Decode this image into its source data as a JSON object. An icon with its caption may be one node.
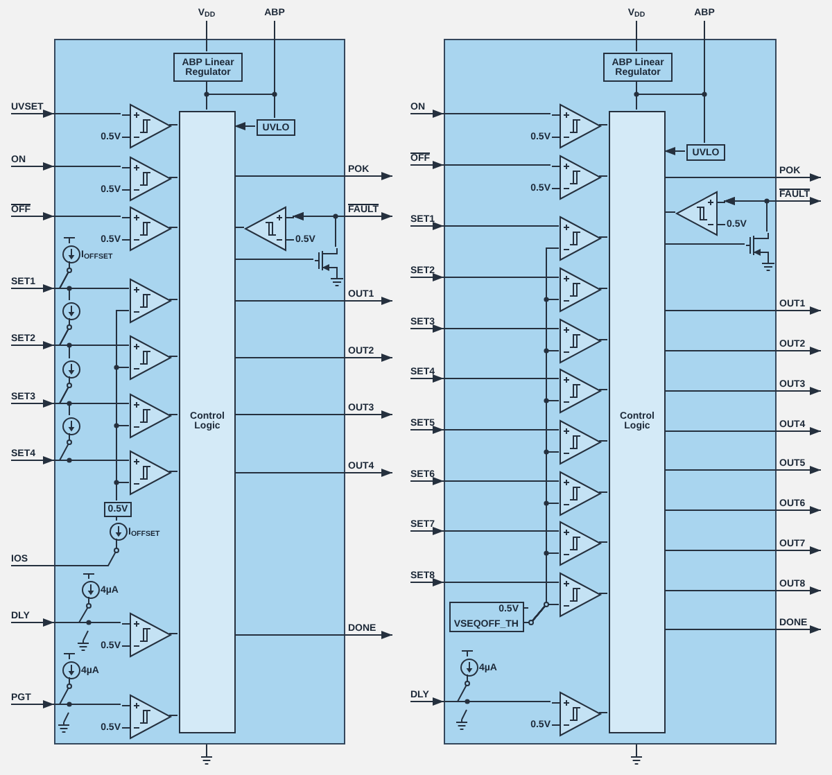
{
  "diagram": {
    "nodes": [
      {
        "text": [],
        "shape": "box"
      },
      {
        "text": [
          "ABP Linear Regulator"
        ],
        "in": 0
      },
      {
        "text": [
          "UVLO"
        ],
        "in": 0
      },
      {
        "text": [
          "Control Logic"
        ],
        "in": 0
      },
      {
        "text": [],
        "shape": "triangle",
        "in": 0,
        "beside": [
          "0.5V"
        ]
      },
      {
        "text": [],
        "shape": "triangle",
        "in": 0,
        "beside": [
          "0.5V"
        ]
      },
      {
        "text": [],
        "shape": "triangle",
        "in": 0,
        "beside": [
          "0.5V"
        ]
      },
      {
        "text": [],
        "shape": "triangle",
        "in": 0
      },
      {
        "text": [],
        "shape": "triangle",
        "in": 0
      },
      {
        "text": [],
        "shape": "triangle",
        "in": 0
      },
      {
        "text": [],
        "shape": "triangle",
        "in": 0
      },
      {
        "text": [],
        "shape": "triangle",
        "in": 0,
        "beside": [
          "0.5V"
        ]
      },
      {
        "text": [],
        "shape": "triangle",
        "in": 0,
        "beside": [
          "0.5V"
        ]
      },
      {
        "text": [],
        "shape": "triangle",
        "in": 0,
        "beside": [
          "0.5V"
        ]
      },
      {
        "text": [],
        "shape": "transistor",
        "in": 0
      },
      {
        "text": [
          "0.5V"
        ],
        "in": 0
      },
      {
        "text": [],
        "shape": "circle",
        "in": 0,
        "beside": [
          "I$_{OFFSET}$"
        ]
      },
      {
        "text": [],
        "shape": "circle",
        "in": 0
      },
      {
        "text": [],
        "shape": "circle",
        "in": 0
      },
      {
        "text": [],
        "shape": "circle",
        "in": 0
      },
      {
        "text": [],
        "shape": "circle",
        "in": 0,
        "beside": [
          "I$_{OFFSET}$"
        ]
      },
      {
        "text": [],
        "shape": "circle",
        "in": 0,
        "beside": [
          "4µA"
        ]
      },
      {
        "text": [],
        "shape": "circle",
        "in": 0,
        "beside": [
          "4µA"
        ]
      },
      {
        "text": [],
        "shape": "box"
      },
      {
        "text": [
          "ABP Linear Regulator"
        ],
        "in": 23
      },
      {
        "text": [
          "UVLO"
        ],
        "in": 23
      },
      {
        "text": [
          "Control Logic"
        ],
        "in": 23
      },
      {
        "text": [],
        "shape": "triangle",
        "in": 23,
        "beside": [
          "0.5V"
        ]
      },
      {
        "text": [],
        "shape": "triangle",
        "in": 23,
        "beside": [
          "0.5V"
        ]
      },
      {
        "text": [],
        "shape": "triangle",
        "in": 23
      },
      {
        "text": [],
        "shape": "triangle",
        "in": 23
      },
      {
        "text": [],
        "shape": "triangle",
        "in": 23
      },
      {
        "text": [],
        "shape": "triangle",
        "in": 23
      },
      {
        "text": [],
        "shape": "triangle",
        "in": 23
      },
      {
        "text": [],
        "shape": "triangle",
        "in": 23
      },
      {
        "text": [],
        "shape": "triangle",
        "in": 23
      },
      {
        "text": [],
        "shape": "triangle",
        "in": 23
      },
      {
        "text": [],
        "shape": "triangle",
        "in": 23,
        "beside": [
          "0.5V"
        ]
      },
      {
        "text": [],
        "shape": "triangle",
        "in": 23,
        "beside": [
          "0.5V"
        ]
      },
      {
        "text": [],
        "shape": "transistor",
        "in": 23
      },
      {
        "text": [
          "0.5V",
          "VSEQOFF_TH"
        ],
        "in": 23
      },
      {
        "text": [],
        "shape": "circle",
        "in": 23,
        "beside": [
          "4µA"
        ]
      }
    ],
    "edges": [
      {
        "from": null,
        "to": 1,
        "arrow": "none",
        "label": "V$_{DD}$"
      },
      {
        "from": 1,
        "to": 3,
        "arrow": "none"
      },
      {
        "from": null,
        "to": 2,
        "arrow": "none",
        "label": "ABP"
      },
      {
        "from": 2,
        "to": 3,
        "arrow": "to"
      },
      {
        "from": null,
        "to": 0,
        "arrow": "to",
        "label": "UVSET"
      },
      {
        "from": null,
        "to": 0,
        "arrow": "to",
        "label": "ON"
      },
      {
        "from": null,
        "to": 0,
        "arrow": "to",
        "label": "OFF"
      },
      {
        "from": null,
        "to": 0,
        "arrow": "to",
        "label": "SET1"
      },
      {
        "from": null,
        "to": 0,
        "arrow": "to",
        "label": "SET2"
      },
      {
        "from": null,
        "to": 0,
        "arrow": "to",
        "label": "SET3"
      },
      {
        "from": null,
        "to": 0,
        "arrow": "to",
        "label": "SET4"
      },
      {
        "from": null,
        "to": 20,
        "arrow": "none",
        "label": "IOS"
      },
      {
        "from": null,
        "to": 0,
        "arrow": "to",
        "label": "DLY"
      },
      {
        "from": null,
        "to": 0,
        "arrow": "to",
        "label": "PGT"
      },
      {
        "from": 0,
        "to": 4,
        "arrow": "none"
      },
      {
        "from": 0,
        "to": 5,
        "arrow": "none"
      },
      {
        "from": 0,
        "to": 6,
        "arrow": "none"
      },
      {
        "from": 0,
        "to": 7,
        "arrow": "none"
      },
      {
        "from": 0,
        "to": 8,
        "arrow": "none"
      },
      {
        "from": 0,
        "to": 9,
        "arrow": "none"
      },
      {
        "from": 0,
        "to": 10,
        "arrow": "none"
      },
      {
        "from": 0,
        "to": 11,
        "arrow": "none"
      },
      {
        "from": 0,
        "to": 12,
        "arrow": "none"
      },
      {
        "from": 4,
        "to": 3,
        "arrow": "none"
      },
      {
        "from": 5,
        "to": 3,
        "arrow": "none"
      },
      {
        "from": 6,
        "to": 3,
        "arrow": "none"
      },
      {
        "from": 7,
        "to": 3,
        "arrow": "none"
      },
      {
        "from": 8,
        "to": 3,
        "arrow": "none"
      },
      {
        "from": 9,
        "to": 3,
        "arrow": "none"
      },
      {
        "from": 10,
        "to": 3,
        "arrow": "none"
      },
      {
        "from": 11,
        "to": 3,
        "arrow": "none"
      },
      {
        "from": 12,
        "to": 3,
        "arrow": "none"
      },
      {
        "from": 15,
        "to": 7,
        "arrow": "none"
      },
      {
        "from": 15,
        "to": 8,
        "arrow": "none"
      },
      {
        "from": 15,
        "to": 9,
        "arrow": "none"
      },
      {
        "from": 15,
        "to": 10,
        "arrow": "none"
      },
      {
        "from": 13,
        "to": 3,
        "arrow": "none"
      },
      {
        "from": 3,
        "to": 14,
        "arrow": "none"
      },
      {
        "from": 14,
        "to": 13,
        "arrow": "to"
      },
      {
        "from": null,
        "to": 13,
        "arrow": "both",
        "label": "FAULT"
      },
      {
        "from": 3,
        "to": null,
        "arrow": "to",
        "label": "POK"
      },
      {
        "from": 3,
        "to": null,
        "arrow": "to",
        "label": "OUT1"
      },
      {
        "from": 3,
        "to": null,
        "arrow": "to",
        "label": "OUT2"
      },
      {
        "from": 3,
        "to": null,
        "arrow": "to",
        "label": "OUT3"
      },
      {
        "from": 3,
        "to": null,
        "arrow": "to",
        "label": "OUT4"
      },
      {
        "from": 3,
        "to": null,
        "arrow": "to",
        "label": "DONE"
      },
      {
        "from": 16,
        "to": 7,
        "arrow": "none"
      },
      {
        "from": 16,
        "to": 17,
        "arrow": "none"
      },
      {
        "from": 17,
        "to": 8,
        "arrow": "none"
      },
      {
        "from": 17,
        "to": 18,
        "arrow": "none"
      },
      {
        "from": 18,
        "to": 9,
        "arrow": "none"
      },
      {
        "from": 18,
        "to": 19,
        "arrow": "none"
      },
      {
        "from": 19,
        "to": 10,
        "arrow": "none"
      },
      {
        "from": 20,
        "to": 15,
        "arrow": "none"
      },
      {
        "from": 21,
        "to": 11,
        "arrow": "none"
      },
      {
        "from": 22,
        "to": 12,
        "arrow": "none"
      },
      {
        "from": null,
        "to": 24,
        "arrow": "none",
        "label": "V$_{DD}$"
      },
      {
        "from": 24,
        "to": 26,
        "arrow": "none"
      },
      {
        "from": null,
        "to": 25,
        "arrow": "none",
        "label": "ABP"
      },
      {
        "from": 25,
        "to": 26,
        "arrow": "to"
      },
      {
        "from": null,
        "to": 23,
        "arrow": "to",
        "label": "ON"
      },
      {
        "from": null,
        "to": 23,
        "arrow": "to",
        "label": "OFF"
      },
      {
        "from": null,
        "to": 23,
        "arrow": "to",
        "label": "SET1"
      },
      {
        "from": null,
        "to": 23,
        "arrow": "to",
        "label": "SET2"
      },
      {
        "from": null,
        "to": 23,
        "arrow": "to",
        "label": "SET3"
      },
      {
        "from": null,
        "to": 23,
        "arrow": "to",
        "label": "SET4"
      },
      {
        "from": null,
        "to": 23,
        "arrow": "to",
        "label": "SET5"
      },
      {
        "from": null,
        "to": 23,
        "arrow": "to",
        "label": "SET6"
      },
      {
        "from": null,
        "to": 23,
        "arrow": "to",
        "label": "SET7"
      },
      {
        "from": null,
        "to": 23,
        "arrow": "to",
        "label": "SET8"
      },
      {
        "from": null,
        "to": 23,
        "arrow": "to",
        "label": "DLY"
      },
      {
        "from": 23,
        "to": 27,
        "arrow": "none"
      },
      {
        "from": 23,
        "to": 28,
        "arrow": "none"
      },
      {
        "from": 23,
        "to": 29,
        "arrow": "none"
      },
      {
        "from": 23,
        "to": 30,
        "arrow": "none"
      },
      {
        "from": 23,
        "to": 31,
        "arrow": "none"
      },
      {
        "from": 23,
        "to": 32,
        "arrow": "none"
      },
      {
        "from": 23,
        "to": 33,
        "arrow": "none"
      },
      {
        "from": 23,
        "to": 34,
        "arrow": "none"
      },
      {
        "from": 23,
        "to": 35,
        "arrow": "none"
      },
      {
        "from": 23,
        "to": 36,
        "arrow": "none"
      },
      {
        "from": 23,
        "to": 37,
        "arrow": "none"
      },
      {
        "from": 27,
        "to": 26,
        "arrow": "none"
      },
      {
        "from": 28,
        "to": 26,
        "arrow": "none"
      },
      {
        "from": 29,
        "to": 26,
        "arrow": "none"
      },
      {
        "from": 30,
        "to": 26,
        "arrow": "none"
      },
      {
        "from": 31,
        "to": 26,
        "arrow": "none"
      },
      {
        "from": 32,
        "to": 26,
        "arrow": "none"
      },
      {
        "from": 33,
        "to": 26,
        "arrow": "none"
      },
      {
        "from": 34,
        "to": 26,
        "arrow": "none"
      },
      {
        "from": 35,
        "to": 26,
        "arrow": "none"
      },
      {
        "from": 36,
        "to": 26,
        "arrow": "none"
      },
      {
        "from": 37,
        "to": 26,
        "arrow": "none"
      },
      {
        "from": 40,
        "to": 29,
        "arrow": "none"
      },
      {
        "from": 40,
        "to": 30,
        "arrow": "none"
      },
      {
        "from": 40,
        "to": 31,
        "arrow": "none"
      },
      {
        "from": 40,
        "to": 32,
        "arrow": "none"
      },
      {
        "from": 40,
        "to": 33,
        "arrow": "none"
      },
      {
        "from": 40,
        "to": 34,
        "arrow": "none"
      },
      {
        "from": 40,
        "to": 35,
        "arrow": "none"
      },
      {
        "from": 40,
        "to": 36,
        "arrow": "none"
      },
      {
        "from": 38,
        "to": 26,
        "arrow": "none"
      },
      {
        "from": 26,
        "to": 39,
        "arrow": "none"
      },
      {
        "from": 39,
        "to": 38,
        "arrow": "to"
      },
      {
        "from": null,
        "to": 38,
        "arrow": "both",
        "label": "FAULT"
      },
      {
        "from": 26,
        "to": null,
        "arrow": "to",
        "label": "POK"
      },
      {
        "from": 26,
        "to": null,
        "arrow": "to",
        "label": "OUT1"
      },
      {
        "from": 26,
        "to": null,
        "arrow": "to",
        "label": "OUT2"
      },
      {
        "from": 26,
        "to": null,
        "arrow": "to",
        "label": "OUT3"
      },
      {
        "from": 26,
        "to": null,
        "arrow": "to",
        "label": "OUT4"
      },
      {
        "from": 26,
        "to": null,
        "arrow": "to",
        "label": "OUT5"
      },
      {
        "from": 26,
        "to": null,
        "arrow": "to",
        "label": "OUT6"
      },
      {
        "from": 26,
        "to": null,
        "arrow": "to",
        "label": "OUT7"
      },
      {
        "from": 26,
        "to": null,
        "arrow": "to",
        "label": "OUT8"
      },
      {
        "from": 26,
        "to": null,
        "arrow": "to",
        "label": "DONE"
      },
      {
        "from": 41,
        "to": 37,
        "arrow": "none"
      }
    ]
  }
}
